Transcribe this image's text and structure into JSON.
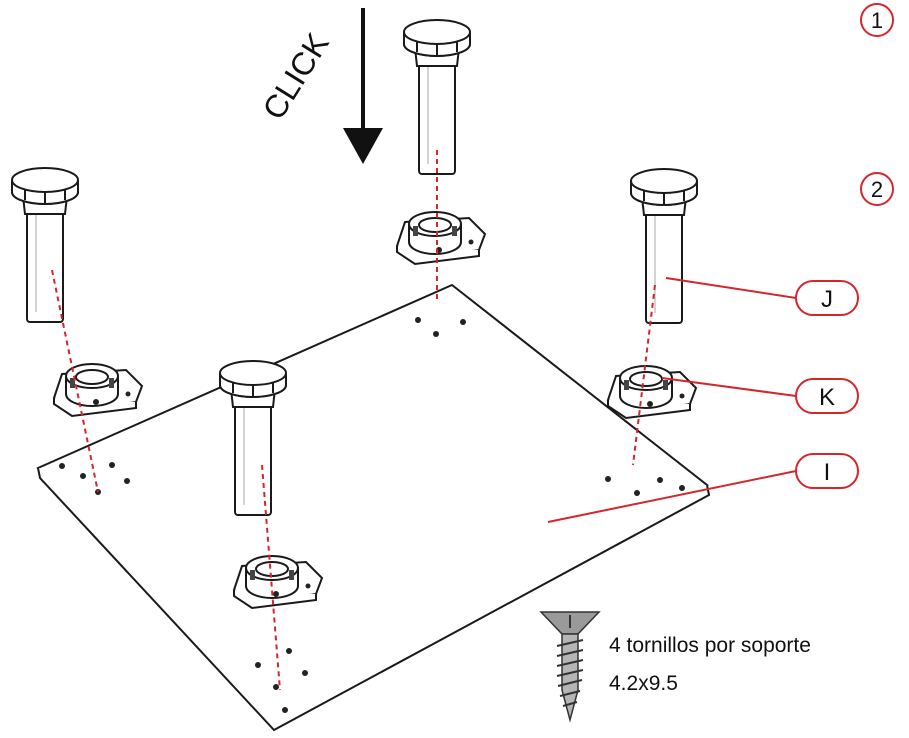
{
  "action_label": "CLICK",
  "steps": [
    "1",
    "2"
  ],
  "part_labels": {
    "J": "J",
    "K": "K",
    "I": "I"
  },
  "screw": {
    "text_line1": "4 tornillos por soporte",
    "text_line2": "4.2x9.5"
  },
  "colors": {
    "leader": "#d4262b",
    "outline": "#1a1a1a"
  }
}
